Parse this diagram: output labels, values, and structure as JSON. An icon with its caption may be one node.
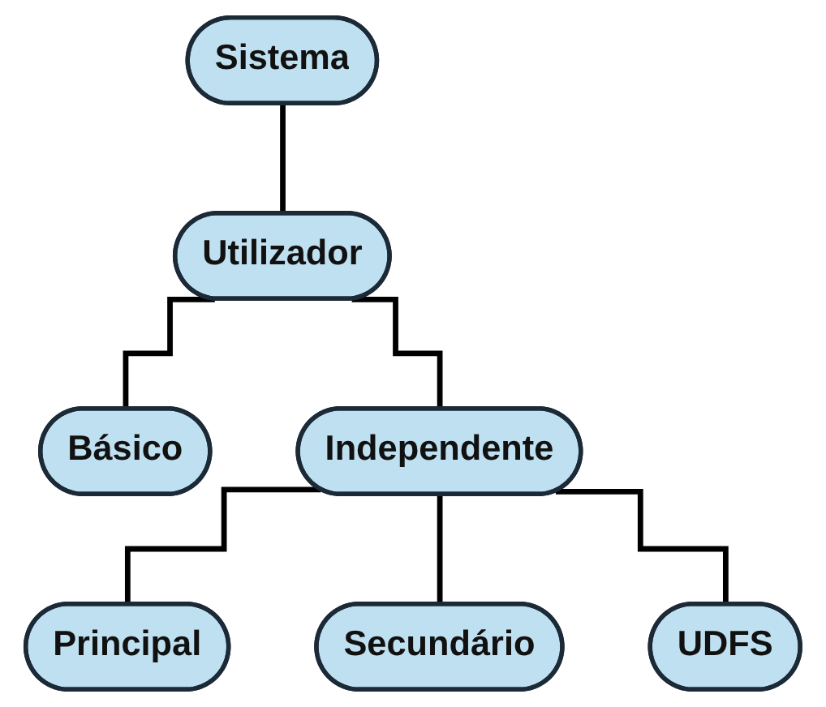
{
  "diagram": {
    "nodes": [
      {
        "text": [
          "Sistema"
        ]
      },
      {
        "text": [
          "Utilizador"
        ]
      },
      {
        "text": [
          "Básico"
        ]
      },
      {
        "text": [
          "Independente"
        ]
      },
      {
        "text": [
          "Principal"
        ]
      },
      {
        "text": [
          "Secundário"
        ]
      },
      {
        "text": [
          "UDFS"
        ]
      }
    ],
    "edges": [
      {
        "from": 0,
        "to": 1,
        "arrow": "none"
      },
      {
        "from": 1,
        "to": 2,
        "arrow": "none"
      },
      {
        "from": 1,
        "to": 3,
        "arrow": "none"
      },
      {
        "from": 3,
        "to": 4,
        "arrow": "none"
      },
      {
        "from": 3,
        "to": 5,
        "arrow": "none"
      },
      {
        "from": 3,
        "to": 6,
        "arrow": "none"
      }
    ]
  }
}
